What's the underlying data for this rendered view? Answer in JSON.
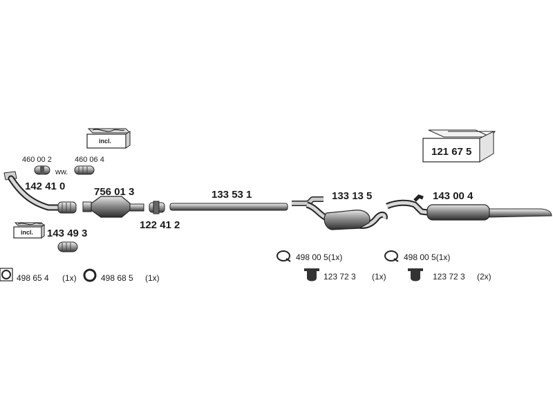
{
  "parts": {
    "p460002": "460 00 2",
    "ww": "ww.",
    "p460064": "460 06 4",
    "p142410": "142 41 0",
    "p756013": "756 01 3",
    "p133531": "133 53 1",
    "p133135": "133 13 5",
    "p143004": "143 00 4",
    "p122412": "122 41 2",
    "p143493": "143 49 3",
    "p121675": "121 67 5",
    "incl_top": "incl.",
    "incl_bottom": "incl."
  },
  "hardware": {
    "r498654": "498 65 4",
    "q498654": "(1x)",
    "r498685": "498 68 5",
    "q498685": "(1x)",
    "h498005a": "498 00 5(1x)",
    "m123723a": "123 72 3",
    "qm123723a": "(1x)",
    "h498005b": "498 00 5(1x)",
    "m123723b": "123 72 3",
    "qm123723b": "(2x)"
  }
}
